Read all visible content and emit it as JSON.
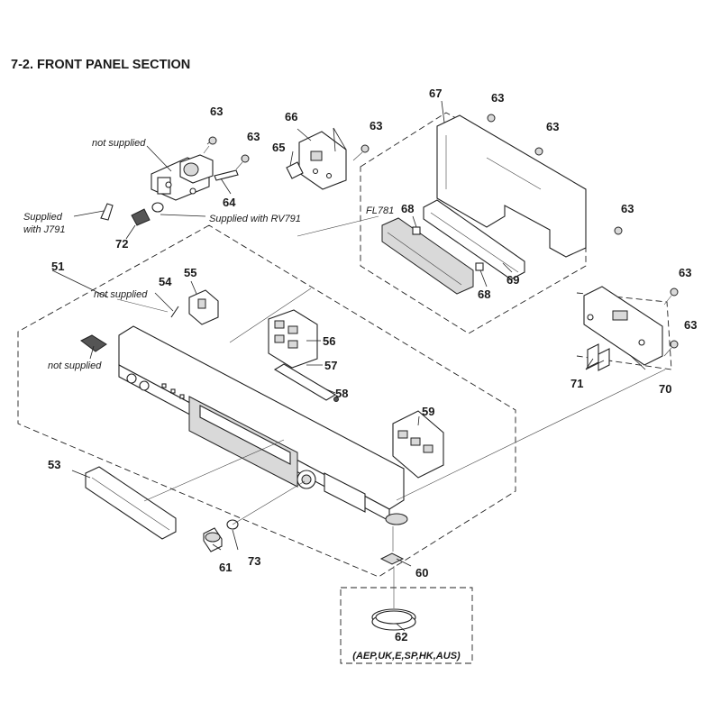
{
  "title": "7-2. FRONT PANEL SECTION",
  "notes": {
    "not_supplied": "not supplied",
    "supplied_with_j791": [
      "Supplied",
      "with J791"
    ],
    "supplied_with_rv791": "Supplied with RV791",
    "fl781": "FL781",
    "destinations": "(AEP,UK,E,SP,HK,AUS)"
  },
  "parts": [
    "51",
    "53",
    "54",
    "55",
    "56",
    "57",
    "58",
    "59",
    "60",
    "61",
    "62",
    "63",
    "64",
    "65",
    "66",
    "67",
    "68",
    "69",
    "70",
    "71",
    "72",
    "73"
  ]
}
